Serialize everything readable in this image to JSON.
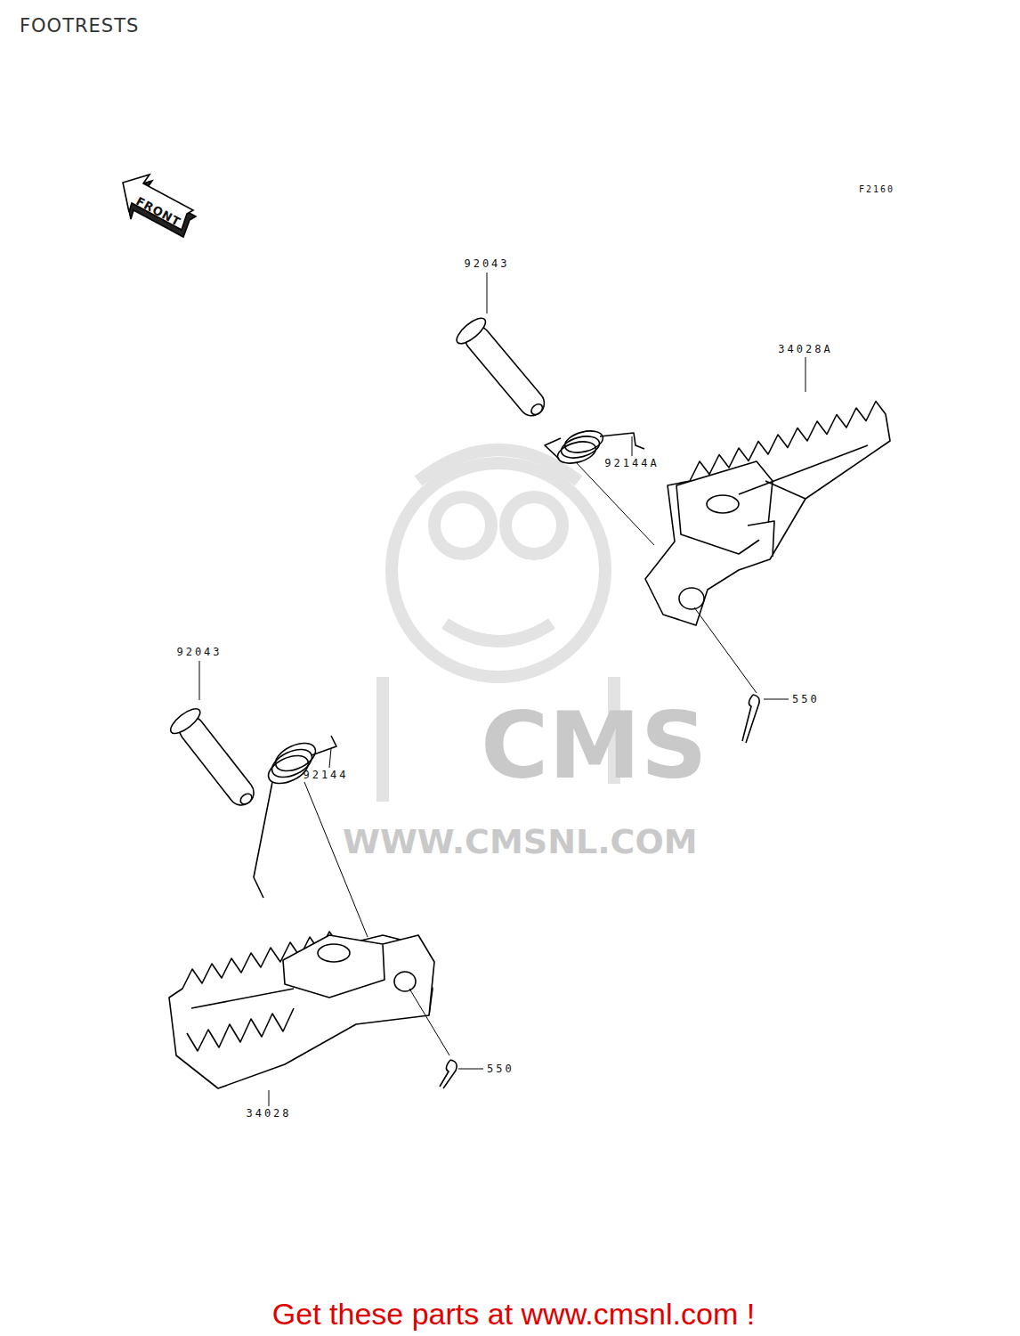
{
  "diagram": {
    "title": "FOOTRESTS",
    "caption": "Get these parts at www.cmsnl.com !",
    "labels": [
      "F2160",
      "FRONT",
      "92043",
      "92144A",
      "34028A",
      "550",
      "92043",
      "92144",
      "550",
      "34028",
      "CMS",
      "WWW.CMSNL.COM"
    ]
  }
}
